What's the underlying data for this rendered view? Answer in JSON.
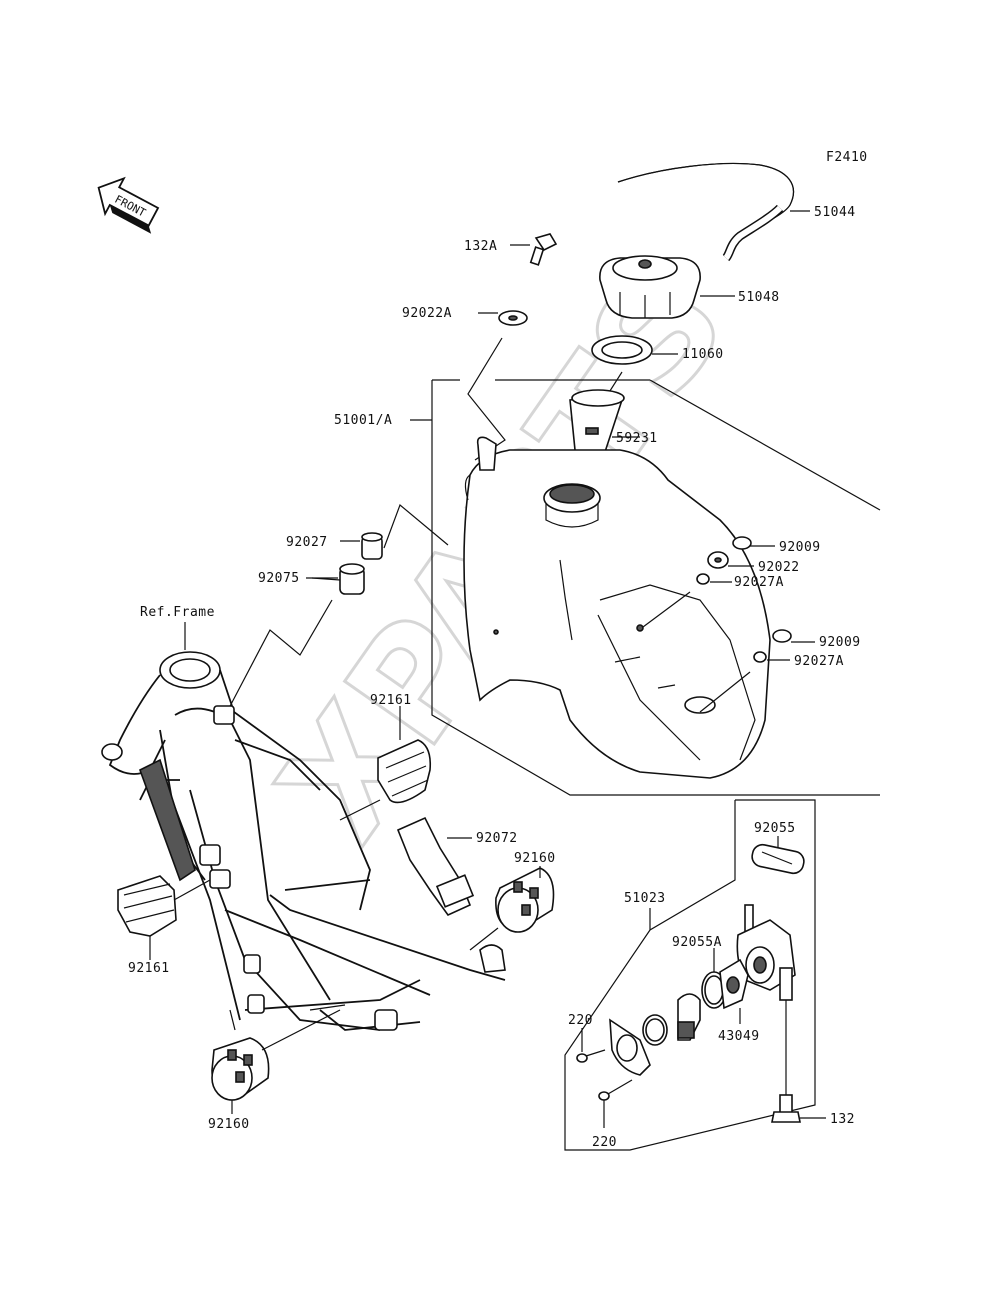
{
  "figure_code": "F2410",
  "front_arrow_label": "FRONT",
  "watermark": "XPARTS",
  "ref_frame_label": "Ref.Frame",
  "part_labels": {
    "p51044": "51044",
    "p51048": "51048",
    "p132A": "132A",
    "p92022A": "92022A",
    "p11060": "11060",
    "p51001A": "51001/A",
    "p59231": "59231",
    "p92027": "92027",
    "p92075": "92075",
    "p92009_top": "92009",
    "p92022": "92022",
    "p92027A_top": "92027A",
    "p92009_bottom": "92009",
    "p92027A_bottom": "92027A",
    "p92161_top": "92161",
    "p92072": "92072",
    "p92160_top": "92160",
    "p92161_left": "92161",
    "p92160_bottom": "92160",
    "p92055": "92055",
    "p51023": "51023",
    "p92055A": "92055A",
    "p220_top": "220",
    "p43049": "43049",
    "p220_bottom": "220",
    "p132": "132"
  }
}
